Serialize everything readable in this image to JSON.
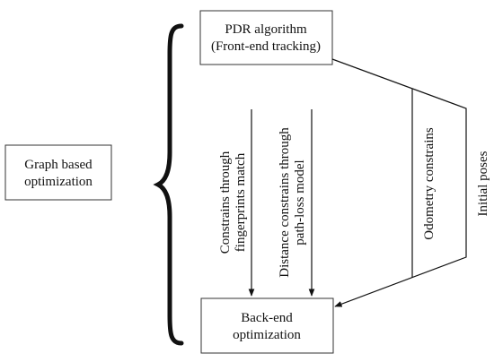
{
  "nodes": {
    "graph_opt": {
      "line1": "Graph based",
      "line2": "optimization"
    },
    "pdr": {
      "line1": "PDR algorithm",
      "line2": "(Front-end tracking)"
    },
    "backend": {
      "line1": "Back-end",
      "line2": "optimization"
    }
  },
  "edges": {
    "fingerprint": {
      "line1": "Constrains through",
      "line2": "fingerprints match"
    },
    "pathloss": {
      "line1": "Distance constrains through",
      "line2": "path-loss model"
    },
    "odometry": {
      "label": "Odometry constrains"
    },
    "initial_poses": {
      "label": "Initial poses"
    }
  }
}
